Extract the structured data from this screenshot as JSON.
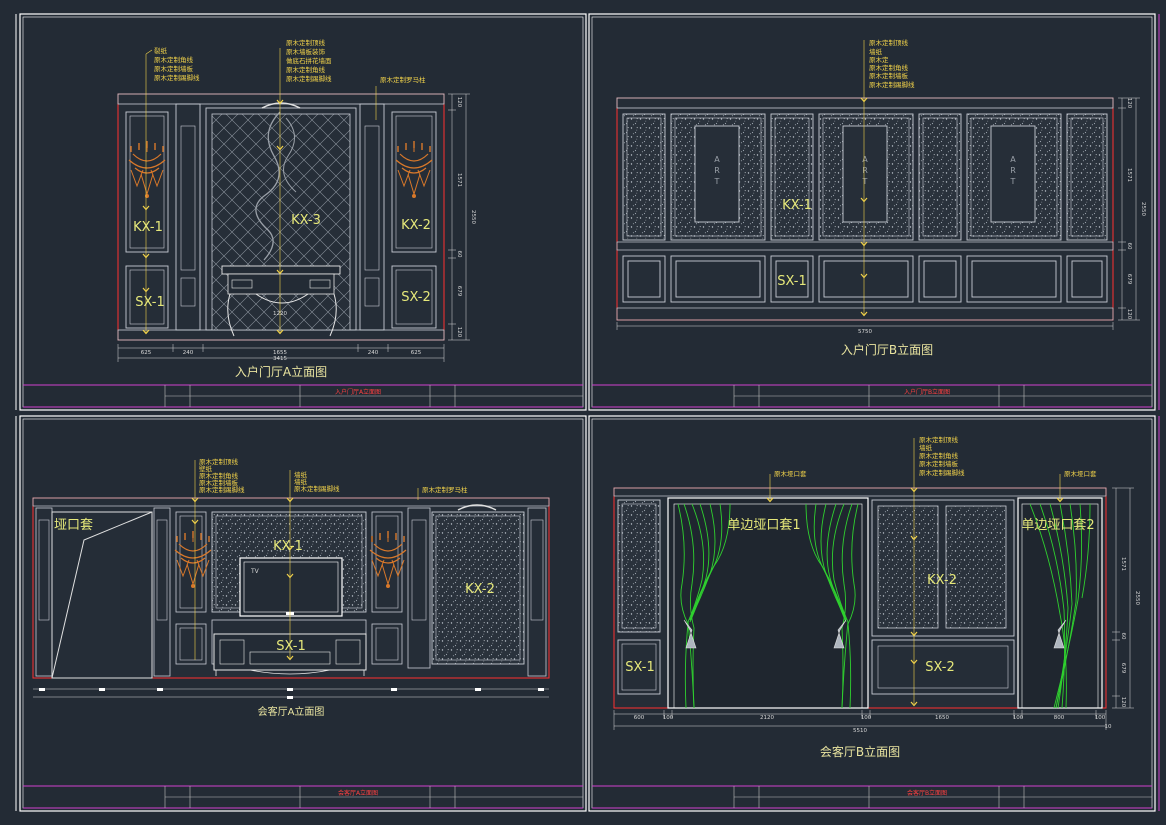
{
  "sheets": {
    "tl": {
      "title": "入户门厅A立面图",
      "stamp": "入户门厅A立面图",
      "callouts_left": [
        "裂纸",
        "原木定制角线",
        "原木定制墙板",
        "原木定制踢脚线"
      ],
      "callouts_center": [
        "原木定制顶线",
        "原木墙板装饰",
        "做底石拼花墙面",
        "原木定制角线",
        "原木定制踢脚线"
      ],
      "callout_right": "原木定制罗马柱",
      "labels": [
        "KX-1",
        "KX-3",
        "KX-2",
        "SX-1",
        "SX-2"
      ],
      "dims_bottom": [
        "625",
        "240",
        "1655",
        "240",
        "625"
      ],
      "dim_total": "3415",
      "dim_inner": "1220",
      "dims_right": [
        "120",
        "1571",
        "2550",
        "60",
        "679",
        "120"
      ]
    },
    "tr": {
      "title": "入户门厅B立面图",
      "stamp": "入户门厅B立面图",
      "callouts": [
        "原木定制顶线",
        "墙纸",
        "原木定",
        "原木定制角线",
        "原木定制墙板",
        "原木定制踢脚线"
      ],
      "labels": [
        "KX-1",
        "SX-1"
      ],
      "art": "ART",
      "dim_total": "5750",
      "dims_right": [
        "120",
        "1571",
        "2550",
        "60",
        "679",
        "120"
      ]
    },
    "bl": {
      "title": "会客厅A立面图",
      "stamp": "会客厅A立面图",
      "callouts_left": [
        "原木定制顶线",
        "壁纸",
        "原木定制角线",
        "原木定制墙板",
        "原木定制踢脚线"
      ],
      "callouts_center": [
        "墙纸",
        "墙纸",
        "原木定制踢脚线"
      ],
      "callout_right": "原木定制罗马柱",
      "labels": [
        "垭口套",
        "KX-1",
        "KX-2",
        "SX-1"
      ],
      "tv": "TV"
    },
    "br": {
      "title": "会客厅B立面图",
      "stamp": "会客厅B立面图",
      "callouts_center": [
        "原木定制顶线",
        "墙纸",
        "原木定制角线",
        "原木定制墙板",
        "原木定制踢脚线"
      ],
      "callout_left": "原木垭口套",
      "callout_right": "原木垭口套",
      "labels": [
        "单边垭口套1",
        "单边垭口套2",
        "KX-2",
        "SX-1",
        "SX-2"
      ],
      "dims_bottom": [
        "600",
        "100",
        "2120",
        "100",
        "1650",
        "100",
        "800",
        "100"
      ],
      "dim_total": "5510",
      "dim_extra": "10",
      "dims_right": [
        "1571",
        "2550",
        "60",
        "679",
        "120"
      ]
    }
  },
  "colors": {
    "background": "#232b35",
    "frame": "#ffffff",
    "titlebar": "#d040d0",
    "wall_outline": "#ff3030",
    "panel": "#c8ccd4",
    "annotation": "#f2d34a",
    "chandelier": "#d8782a",
    "curtain": "#2fd02f"
  }
}
